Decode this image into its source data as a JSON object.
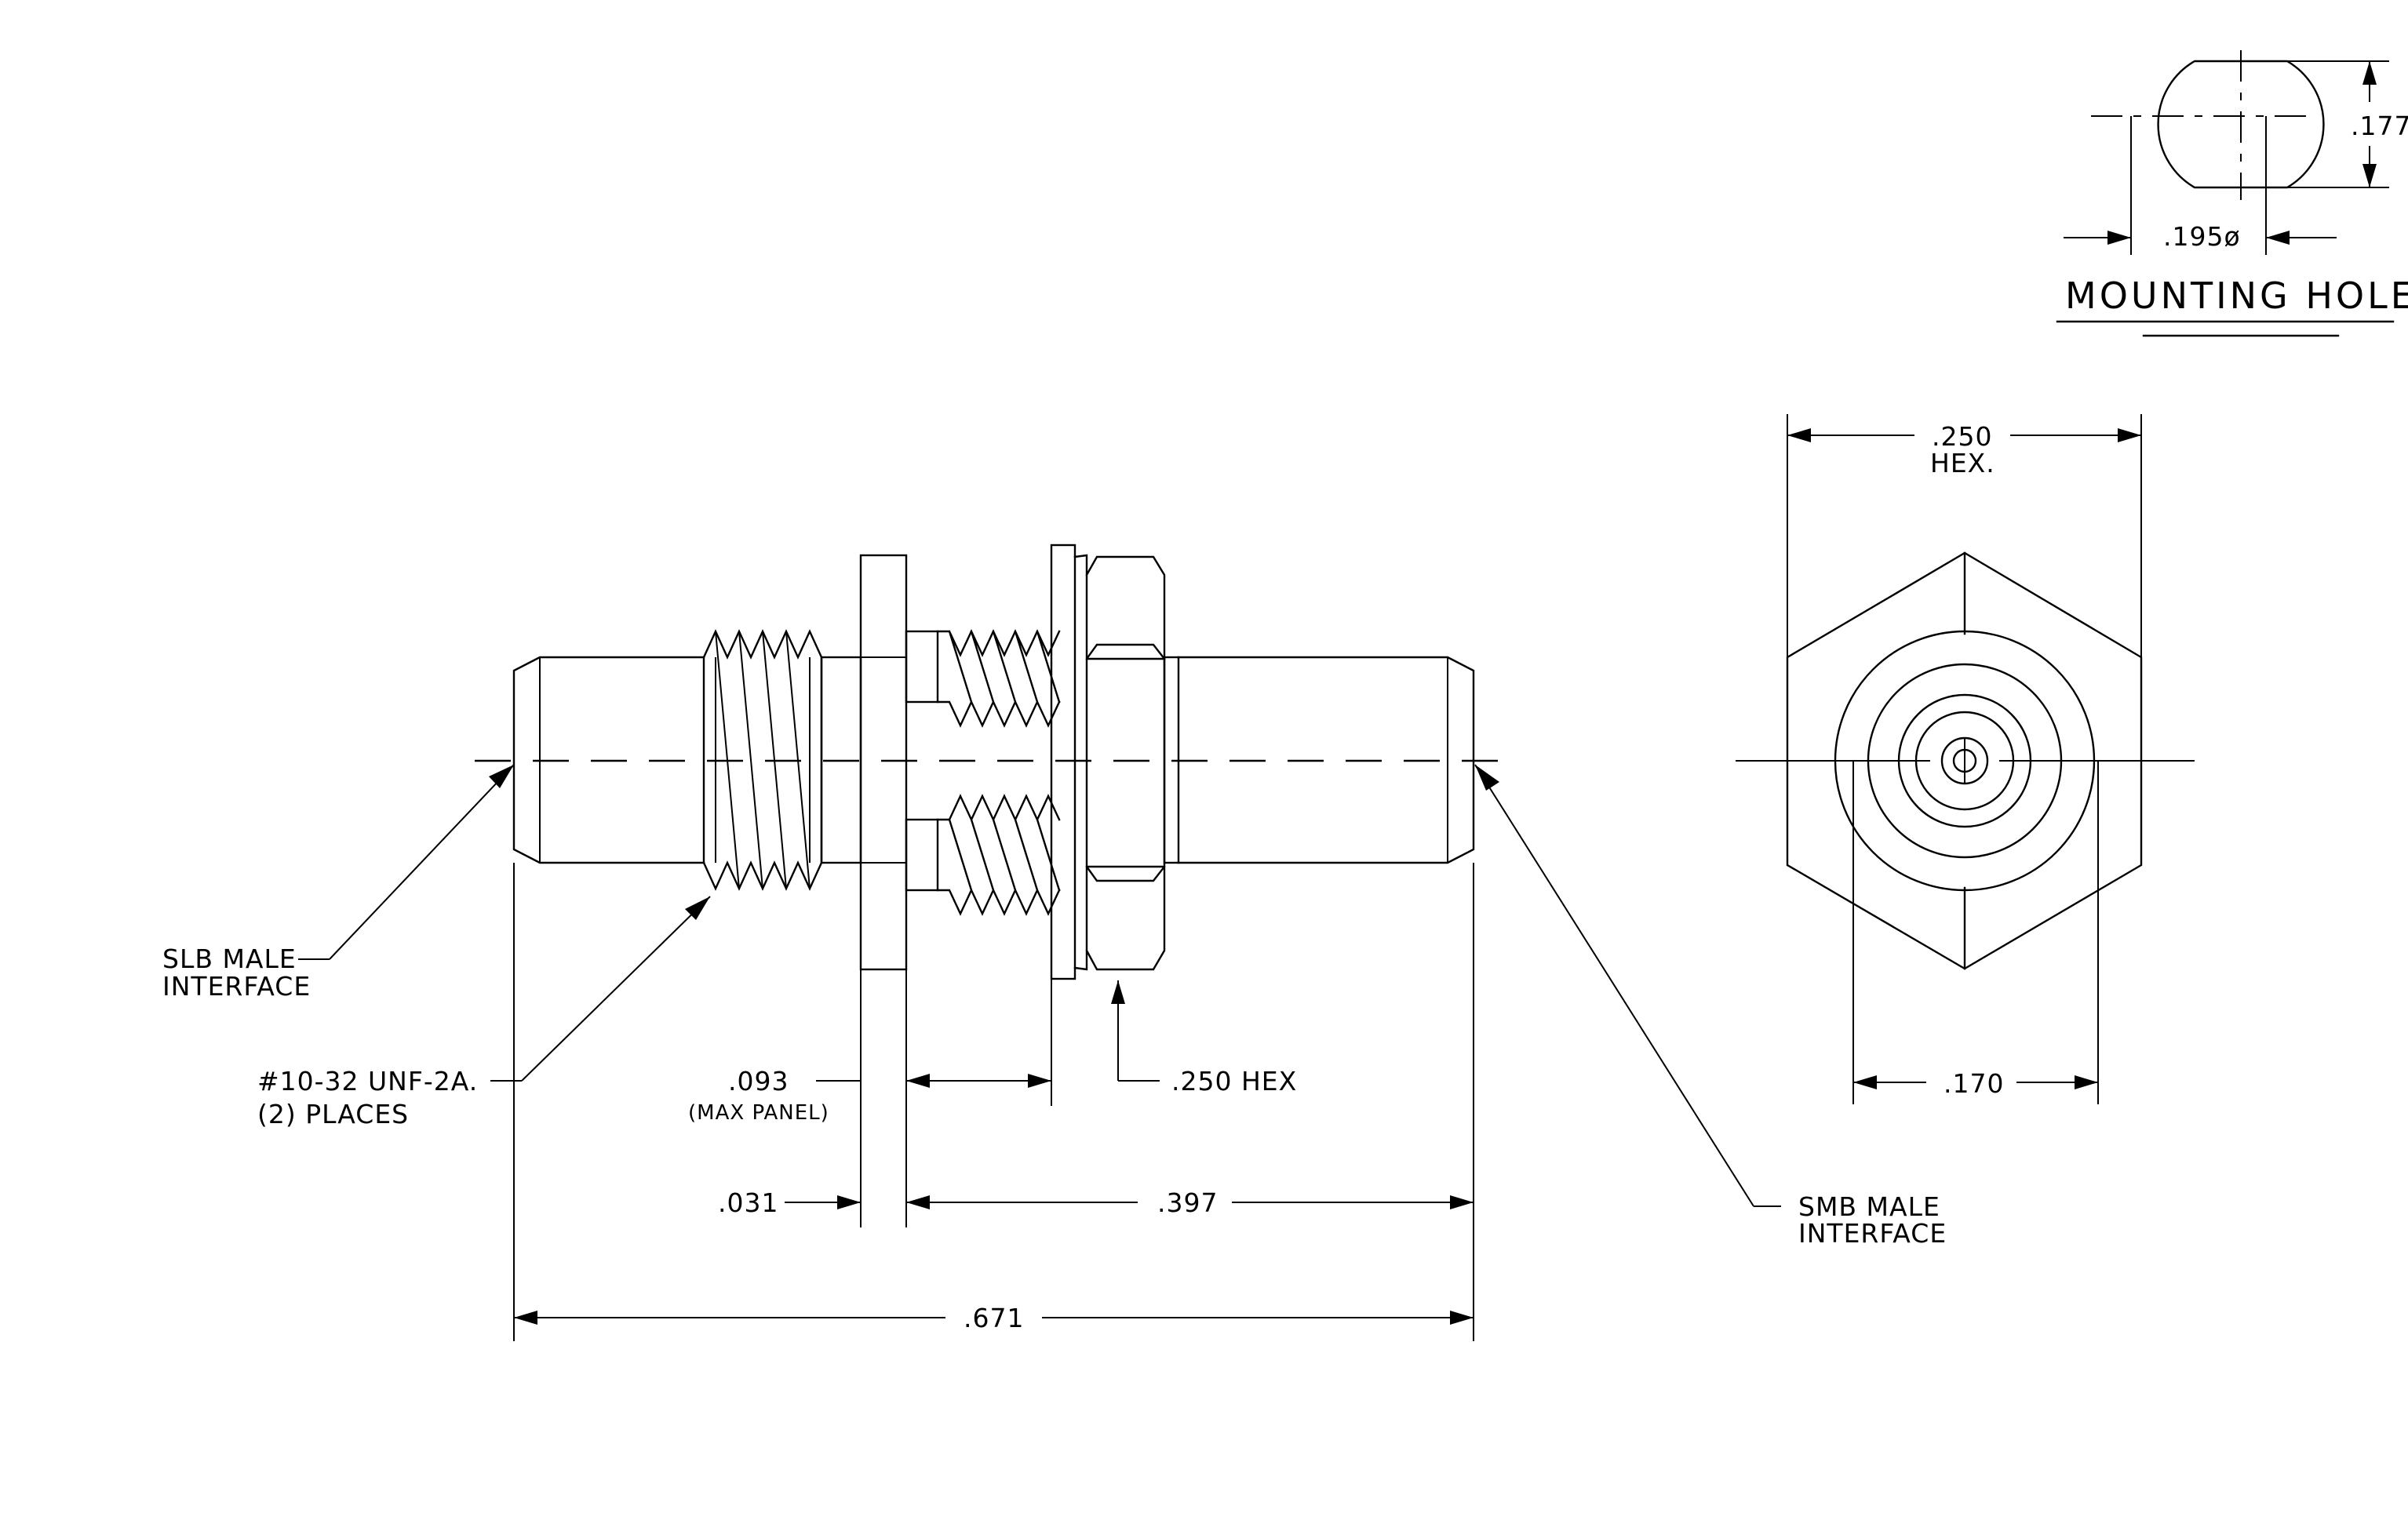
{
  "mounting_hole": {
    "title": "MOUNTING HOLE",
    "height_dim": ".177",
    "diameter_dim": ".195ø"
  },
  "end_view": {
    "hex_dim": ".250",
    "hex_sub": "HEX.",
    "bottom_dim": ".170"
  },
  "side_view": {
    "callout_slb_line1": "SLB MALE",
    "callout_slb_line2": "INTERFACE",
    "callout_thread_line1": "#10-32 UNF-2A.",
    "callout_thread_line2": "(2) PLACES",
    "callout_smb_line1": "SMB MALE",
    "callout_smb_line2": "INTERFACE",
    "dim_panel": ".093",
    "dim_panel_note": "(MAX PANEL)",
    "dim_hex": ".250 HEX",
    "dim_washer": ".031",
    "dim_body": ".397",
    "dim_overall": ".671"
  }
}
